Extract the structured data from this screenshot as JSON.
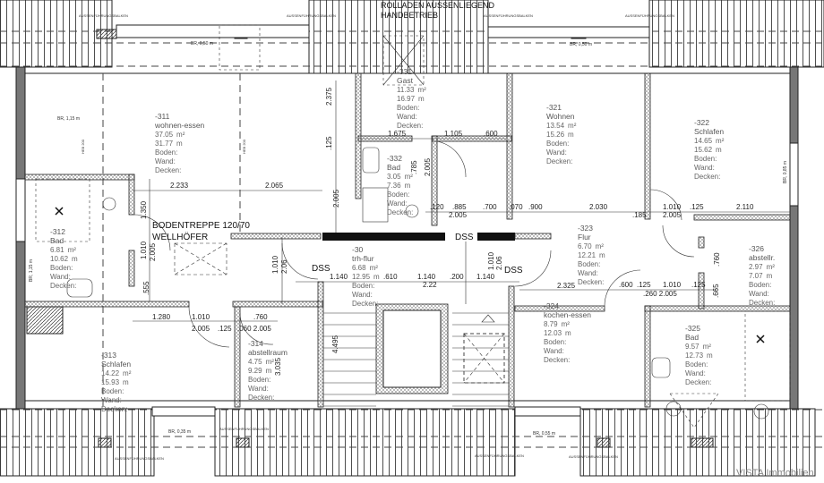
{
  "plan": {
    "roof_note_line1": "ROLLADEN AUSSENLIEGEND",
    "roof_note_line2": "HANDBETRIEB",
    "attic_stair_line1": "BODENTREPPE 120/70",
    "attic_stair_line2": "WELLHÖFER",
    "dss_label": "DSS",
    "beam_label": "HEB 200",
    "balcony_label": "AUSSENFÜHRUNGSBALKEN",
    "field_labels": {
      "floor": "Boden:",
      "wall": "Wand:",
      "ceiling": "Decken:"
    },
    "area_unit": "m²",
    "perimeter_unit": "m",
    "watermark": "VISTA Immobilien",
    "window_widths": [
      "BR, 0,50 m",
      "BR, 0,50 m",
      "BR, 1,15 m",
      "BR, 1,15 m",
      "BR, 0,85 m",
      "BR, 0,35 m",
      "BR, 0,55 m"
    ]
  },
  "rooms": [
    {
      "number": "-311",
      "name": "wohnen-essen",
      "area": "37.05",
      "perimeter": "31.77"
    },
    {
      "number": "-312",
      "name": "Bad",
      "area": "6.81",
      "perimeter": "10.62"
    },
    {
      "number": "-313",
      "name": "Schlafen",
      "area": "14.22",
      "perimeter": "15.93"
    },
    {
      "number": "-314",
      "name": "abstellraum",
      "area": "4.75",
      "perimeter": "9.29"
    },
    {
      "number": "-321",
      "name": "Wohnen",
      "area": "13.54",
      "perimeter": "15.26"
    },
    {
      "number": "-322",
      "name": "Schlafen",
      "area": "14.65",
      "perimeter": "15.62"
    },
    {
      "number": "-323",
      "name": "Flur",
      "area": "6.70",
      "perimeter": "12.21"
    },
    {
      "number": "-324",
      "name": "kochen-essen",
      "area": "8.79",
      "perimeter": "12.03"
    },
    {
      "number": "-325",
      "name": "Bad",
      "area": "9.57",
      "perimeter": "12.73"
    },
    {
      "number": "-326",
      "name": "abstellr.",
      "area": "2.97",
      "perimeter": "7.07"
    },
    {
      "number": "-331",
      "name": "Gast",
      "area": "11.33",
      "perimeter": "16.97"
    },
    {
      "number": "-332",
      "name": "Bad",
      "area": "3.05",
      "perimeter": "7.36"
    },
    {
      "number": "-30",
      "name": "trh-flur",
      "area": "6.68",
      "perimeter": "12.95"
    }
  ],
  "dimensions": [
    "2.375",
    ".125",
    "2.005",
    "2.233",
    "2.065",
    "1.350",
    "1.675",
    "1.105",
    ".600",
    ".120",
    ".885",
    "2.005",
    ".700",
    ".070",
    ".900",
    "2.030",
    ".185",
    "1.010",
    ".125",
    "2.110",
    "2.005",
    "1.140",
    ".610",
    "1.140",
    "2.22",
    ".200",
    "1.140",
    "2.325",
    ".600",
    ".125",
    "1.010",
    ".125",
    ".260 2.005",
    "1.280",
    "1.010",
    "2.005",
    ".125",
    ".760",
    ".060 2.005",
    "1.010",
    "2.005",
    ".555",
    "2.06",
    "1.010",
    "4.495",
    "3.035",
    ".760",
    ".665",
    ".785",
    "2.005",
    "2.06",
    "1.010"
  ]
}
